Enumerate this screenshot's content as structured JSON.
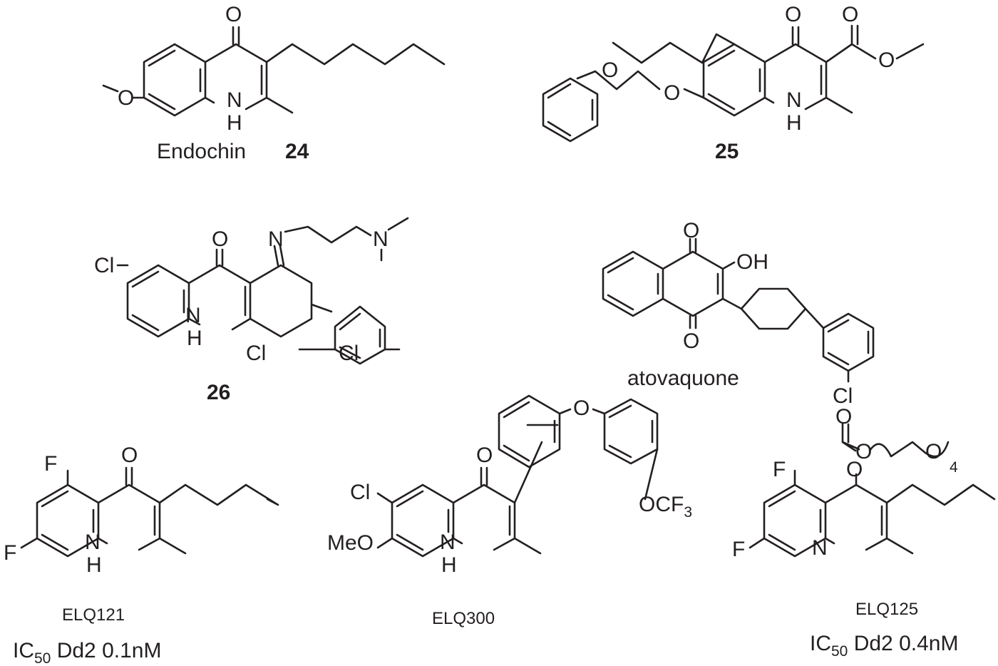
{
  "compounds": [
    {
      "name": "Endochin",
      "number": "24"
    },
    {
      "number": "25"
    },
    {
      "number": "26"
    },
    {
      "name": "atovaquone"
    },
    {
      "name": "ELQ121",
      "activity": {
        "ic": "IC",
        "sub": "50",
        "rest": " Dd2 0.1nM"
      }
    },
    {
      "name": "ELQ300"
    },
    {
      "name": "ELQ125",
      "activity": {
        "ic": "IC",
        "sub": "50",
        "rest": " Dd2 0.4nM"
      }
    }
  ],
  "atoms": {
    "O": "O",
    "OH": "OH",
    "N": "N",
    "NH_N": "N",
    "NH_H": "H",
    "Cl": "Cl",
    "F": "F",
    "MeO": "MeO",
    "OCF": "OCF",
    "three": "3",
    "four": "4"
  }
}
